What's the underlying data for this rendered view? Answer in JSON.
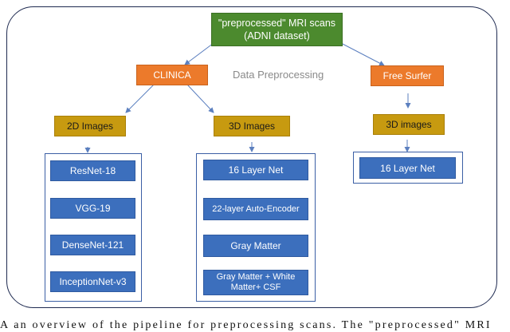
{
  "diagram": {
    "source": "\"preprocessed\" MRI scans (ADNI dataset)",
    "tools": [
      "CLINICA",
      "Free Surfer"
    ],
    "section_label": "Data Preprocessing",
    "image_types": [
      "2D Images",
      "3D Images",
      "3D images"
    ],
    "models_2d": [
      "ResNet-18",
      "VGG-19",
      "DenseNet-121",
      "InceptionNet-v3"
    ],
    "models_3d_clinica": [
      "16 Layer Net",
      "22-layer Auto-Encoder",
      "Gray Matter",
      "Gray Matter + White Matter+ CSF"
    ],
    "models_3d_freesurfer": [
      "16 Layer Net"
    ],
    "colors": {
      "source": "#4c8a2e",
      "tool": "#ec7a2b",
      "image_type": "#c79a10",
      "model": "#3c6fbd",
      "arrow": "#5b7fbf",
      "frame": "#1e2a50"
    }
  },
  "caption": "A an overview of the pipeline for preprocessing scans. The \"preprocessed\" MRI"
}
